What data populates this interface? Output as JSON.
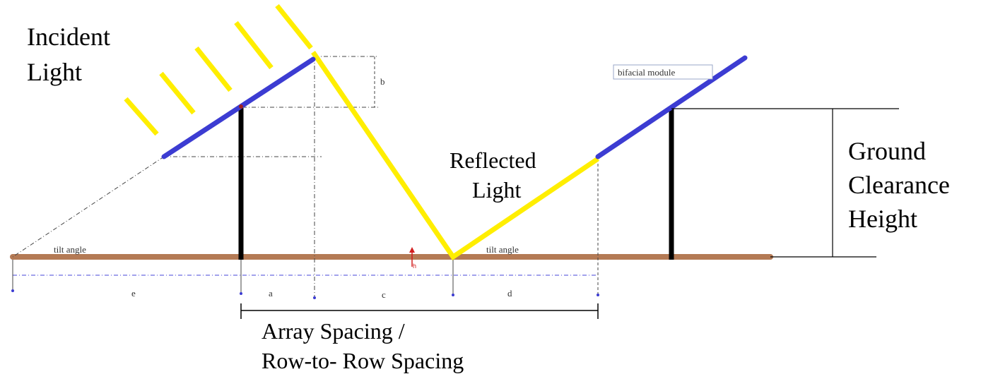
{
  "labels": {
    "incident_line1": "Incident",
    "incident_line2": "Light",
    "reflected_line1": "Reflected",
    "reflected_line2": "Light",
    "ground_line1": "Ground",
    "ground_line2": "Clearance",
    "ground_line3": "Height",
    "spacing_line1": "Array Spacing /",
    "spacing_line2": "Row-to- Row Spacing",
    "module_label": "bifacial module",
    "tilt_left": "tilt angle",
    "tilt_right": "tilt angle",
    "dim_a": "a",
    "dim_b": "b",
    "dim_c": "c",
    "dim_d": "d",
    "dim_e": "e",
    "marker_h": "h"
  },
  "colors": {
    "ground": "#b47a55",
    "module": "#3c3cd2",
    "light": "#ffee00",
    "post": "#000000",
    "guide": "#444444",
    "dim_blue": "#6a6ae0",
    "marker_red": "#d22020"
  }
}
